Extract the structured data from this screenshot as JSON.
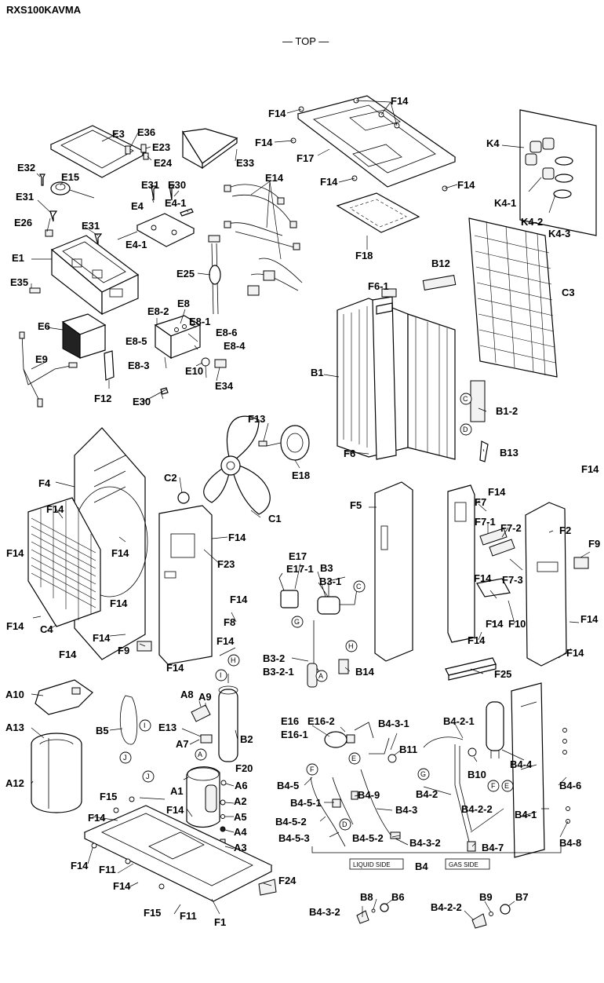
{
  "title": "RXS100KAVMA",
  "view_label": "— TOP —",
  "callouts": {
    "F14": "F14",
    "E3": "E3",
    "E36": "E36",
    "E23": "E23",
    "E24": "E24",
    "E33": "E33",
    "F17": "F17",
    "K4": "K4",
    "E32": "E32",
    "E15": "E15",
    "E31": "E31",
    "E30": "E30",
    "E4": "E4",
    "E4_1": "E4-1",
    "E14": "E14",
    "K4_1": "K4-1",
    "K4_2": "K4-2",
    "K4_3": "K4-3",
    "E26": "E26",
    "E1": "E1",
    "F18": "F18",
    "E25": "E25",
    "B12": "B12",
    "F6_1": "F6-1",
    "C3": "C3",
    "E35": "E35",
    "E8_2": "E8-2",
    "E8": "E8",
    "E8_1": "E8-1",
    "E8_6": "E8-6",
    "E8_5": "E8-5",
    "E8_4": "E8-4",
    "E6": "E6",
    "E9": "E9",
    "E8_3": "E8-3",
    "B1": "B1",
    "E10": "E10",
    "E34": "E34",
    "F12": "F12",
    "B1_2": "B1-2",
    "F13": "F13",
    "F6": "F6",
    "B13": "B13",
    "E18": "E18",
    "F4": "F4",
    "C2": "C2",
    "F7": "F7",
    "C1": "C1",
    "F5": "F5",
    "F7_1": "F7-1",
    "F7_2": "F7-2",
    "F2": "F2",
    "F9": "F9",
    "F23": "F23",
    "E17": "E17",
    "E17_1": "E17-1",
    "B3": "B3",
    "B3_1": "B3-1",
    "F7_3": "F7-3",
    "C4": "C4",
    "F8": "F8",
    "F10": "F10",
    "B3_2": "B3-2",
    "B3_2_1": "B3-2-1",
    "B14": "B14",
    "F25": "F25",
    "A10": "A10",
    "A8": "A8",
    "A9": "A9",
    "A13": "A13",
    "B5": "B5",
    "E13": "E13",
    "B2": "B2",
    "A7": "A7",
    "E16": "E16",
    "E16_2": "E16-2",
    "B4_3_1": "B4-3-1",
    "B4_2_1": "B4-2-1",
    "E16_1": "E16-1",
    "B11": "B11",
    "A12": "A12",
    "A1": "A1",
    "F20": "F20",
    "B10": "B10",
    "B4_4": "B4-4",
    "B4_5": "B4-5",
    "A6": "A6",
    "F15": "F15",
    "B4_2": "B4-2",
    "B4_6": "B4-6",
    "B4_5_1": "B4-5-1",
    "B4_9": "B4-9",
    "A2": "A2",
    "B4_3": "B4-3",
    "B4_2_2": "B4-2-2",
    "B4_1": "B4-1",
    "A5": "A5",
    "B4_5_2": "B4-5-2",
    "A4": "A4",
    "F11": "F11",
    "B4_5_3": "B4-5-3",
    "A3": "A3",
    "B4_7": "B4-7",
    "B4_3_2": "B4-3-2",
    "B4_8": "B4-8",
    "B4": "B4",
    "F24": "F24",
    "F1": "F1",
    "B8": "B8",
    "B6": "B6",
    "B9": "B9",
    "B7": "B7"
  },
  "connector_marks": [
    "C",
    "D",
    "G",
    "C",
    "H",
    "H",
    "I",
    "I",
    "J",
    "A",
    "J",
    "A",
    "F",
    "E",
    "G",
    "F",
    "E",
    "D"
  ],
  "side_labels": {
    "liquid": "LIQUID SIDE",
    "gas": "GAS SIDE"
  }
}
